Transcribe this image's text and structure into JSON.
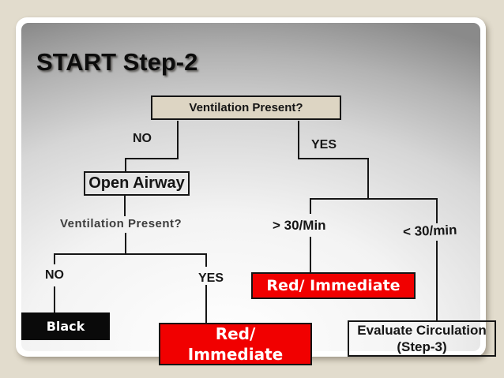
{
  "title": "START Step-2",
  "colors": {
    "background": "#e2dccd",
    "slide_edge_gray": "#8a8a8a",
    "question_box_fill": "#ddd5c3",
    "immediate_red": "#f10000",
    "black_tag": "#0a0a0a"
  },
  "flowchart": {
    "question1": "Ventilation Present?",
    "q1_no": "NO",
    "q1_yes": "YES",
    "open_airway": "Open Airway",
    "question2": "Ventilation Present?",
    "rate_high": "> 30/Min",
    "rate_low": "< 30/min",
    "q2_no": "NO",
    "q2_yes": "YES",
    "black_outcome": "Black",
    "red_outcome_upper": "Red/ Immediate",
    "red_outcome_lower": {
      "line1": "Red/",
      "line2": "Immediate"
    },
    "evaluate": {
      "line1": "Evaluate Circulation",
      "line2": "(Step-3)"
    }
  }
}
